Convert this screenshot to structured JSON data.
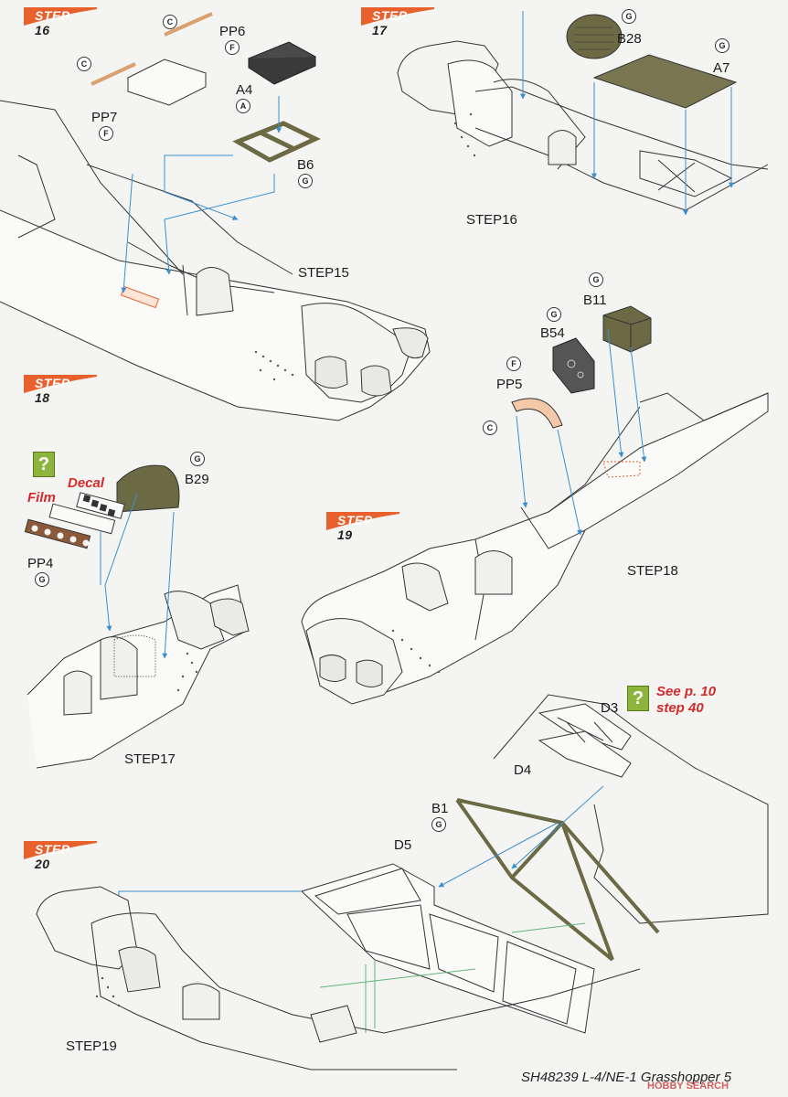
{
  "steps": {
    "s16": {
      "tag_prefix": "STEP",
      "tag_num": "16"
    },
    "s17": {
      "tag_prefix": "STEP",
      "tag_num": "17"
    },
    "s18": {
      "tag_prefix": "STEP",
      "tag_num": "18"
    },
    "s19": {
      "tag_prefix": "STEP",
      "tag_num": "19"
    },
    "s20": {
      "tag_prefix": "STEP",
      "tag_num": "20"
    }
  },
  "parts": {
    "pp6": "PP6",
    "pp7": "PP7",
    "a4": "A4",
    "b6": "B6",
    "b28": "B28",
    "a7": "A7",
    "b11": "B11",
    "b54": "B54",
    "pp5": "PP5",
    "b29": "B29",
    "pp4": "PP4",
    "d3": "D3",
    "d4": "D4",
    "b1": "B1",
    "d5": "D5"
  },
  "ref_labels": {
    "step15": "STEP15",
    "step16": "STEP16",
    "step17": "STEP17",
    "step18": "STEP18",
    "step19": "STEP19"
  },
  "paint_codes": {
    "c": "C",
    "f": "F",
    "a": "A",
    "g": "G"
  },
  "notes": {
    "decal": "Decal",
    "film": "Film",
    "see_ref_line1": "See p. 10",
    "see_ref_line2": "step 40",
    "question_mark": "?"
  },
  "footer": {
    "text": "SH48239 L-4/NE-1 Grasshopper",
    "page": "5"
  },
  "watermark": "HOBBY SEARCH",
  "colors": {
    "accent": "#e8602c",
    "olive": "#6b6a44",
    "dark_gray": "#555555",
    "arrow_blue": "#3a8fd0",
    "paint_green": "#8db43c"
  }
}
